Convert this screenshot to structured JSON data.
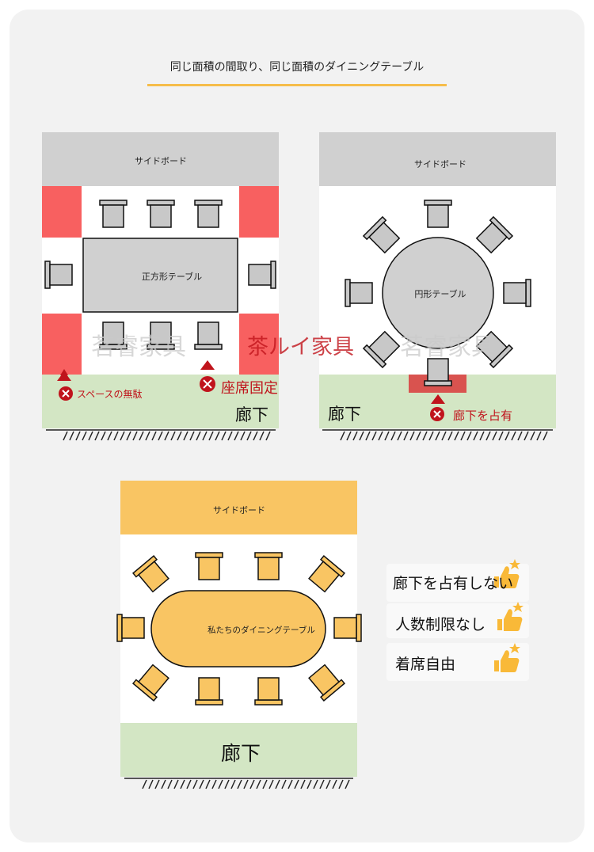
{
  "header": {
    "title": "同じ面積の間取り、同じ面積のダイニングテーブル"
  },
  "colors": {
    "gray_fill": "#d0d0d0",
    "red_fill": "#f86060",
    "green_fill": "#d3e6c4",
    "orange_fill": "#f9c563",
    "dark_red": "#c0141c"
  },
  "layout_square": {
    "sideboard": "サイドボード",
    "table": "正方形テーブル",
    "corridor": "廊下",
    "issue_1": "スペースの無駄",
    "issue_2": "座席固定"
  },
  "layout_round": {
    "sideboard": "サイドボード",
    "table": "円形テーブル",
    "corridor": "廊下",
    "issue_1": "廊下を占有"
  },
  "layout_ours": {
    "sideboard": "サイドボード",
    "table": "私たちのダイニングテーブル",
    "corridor": "廊下"
  },
  "benefits": [
    {
      "label": "廊下を占有しない",
      "icon": "thumbs-up-icon"
    },
    {
      "label": "人数制限なし",
      "icon": "thumbs-up-icon"
    },
    {
      "label": "着席自由",
      "icon": "thumbs-up-icon"
    }
  ],
  "watermarks": [
    "茗睿家具",
    "茶ルイ家具",
    "茗睿家具"
  ]
}
